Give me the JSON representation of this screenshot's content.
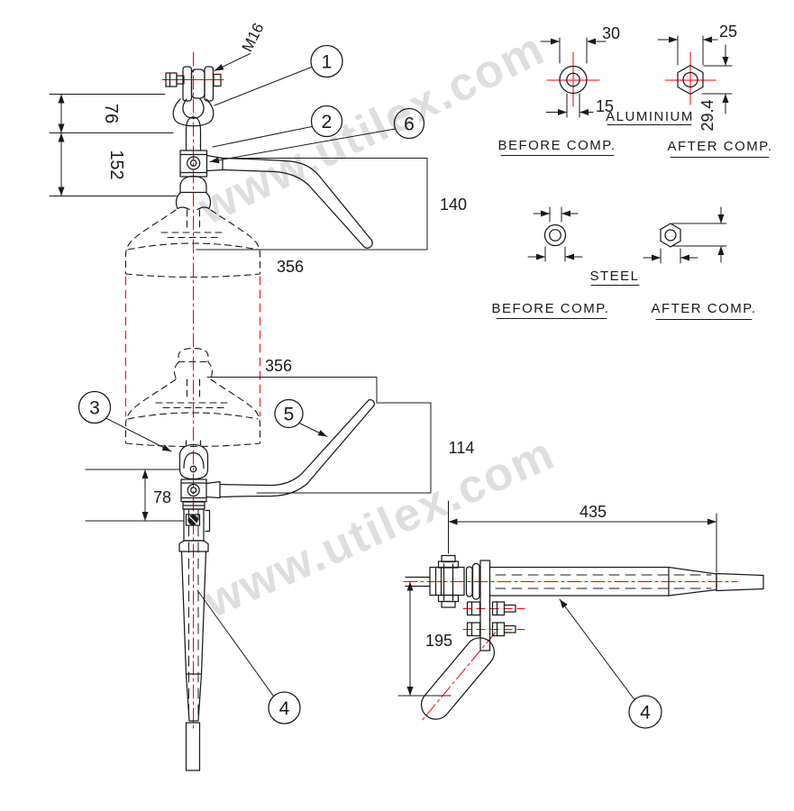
{
  "watermark": {
    "text": "www.utilex.com"
  },
  "callouts": {
    "1": "1",
    "2": "2",
    "3": "3",
    "4": "4",
    "5": "5",
    "6": "6"
  },
  "labels": {
    "bolt_size": "M16"
  },
  "dimensions": {
    "shackle_offset": "76",
    "link_length": "152",
    "top_horn_drop": "140",
    "disc_diameter_top": "356",
    "disc_diameter_mid": "356",
    "bottom_horn_rise": "114",
    "socket_length": "78",
    "deadend_length": "435",
    "jumper_drop": "195"
  },
  "compression": {
    "aluminium": {
      "material": "ALUMINIUM",
      "before": "BEFORE COMP.",
      "after": "AFTER COMP.",
      "outer_dia_before": "30",
      "inner_dia_before": "15",
      "across_flats_after": "25",
      "across_corners_after": "29.4"
    },
    "steel": {
      "material": "STEEL",
      "before": "BEFORE COMP.",
      "after": "AFTER COMP."
    }
  },
  "colors": {
    "line": "#1a1a1a",
    "centerline": "#ff0000",
    "watermark": "#cbcbcb"
  }
}
